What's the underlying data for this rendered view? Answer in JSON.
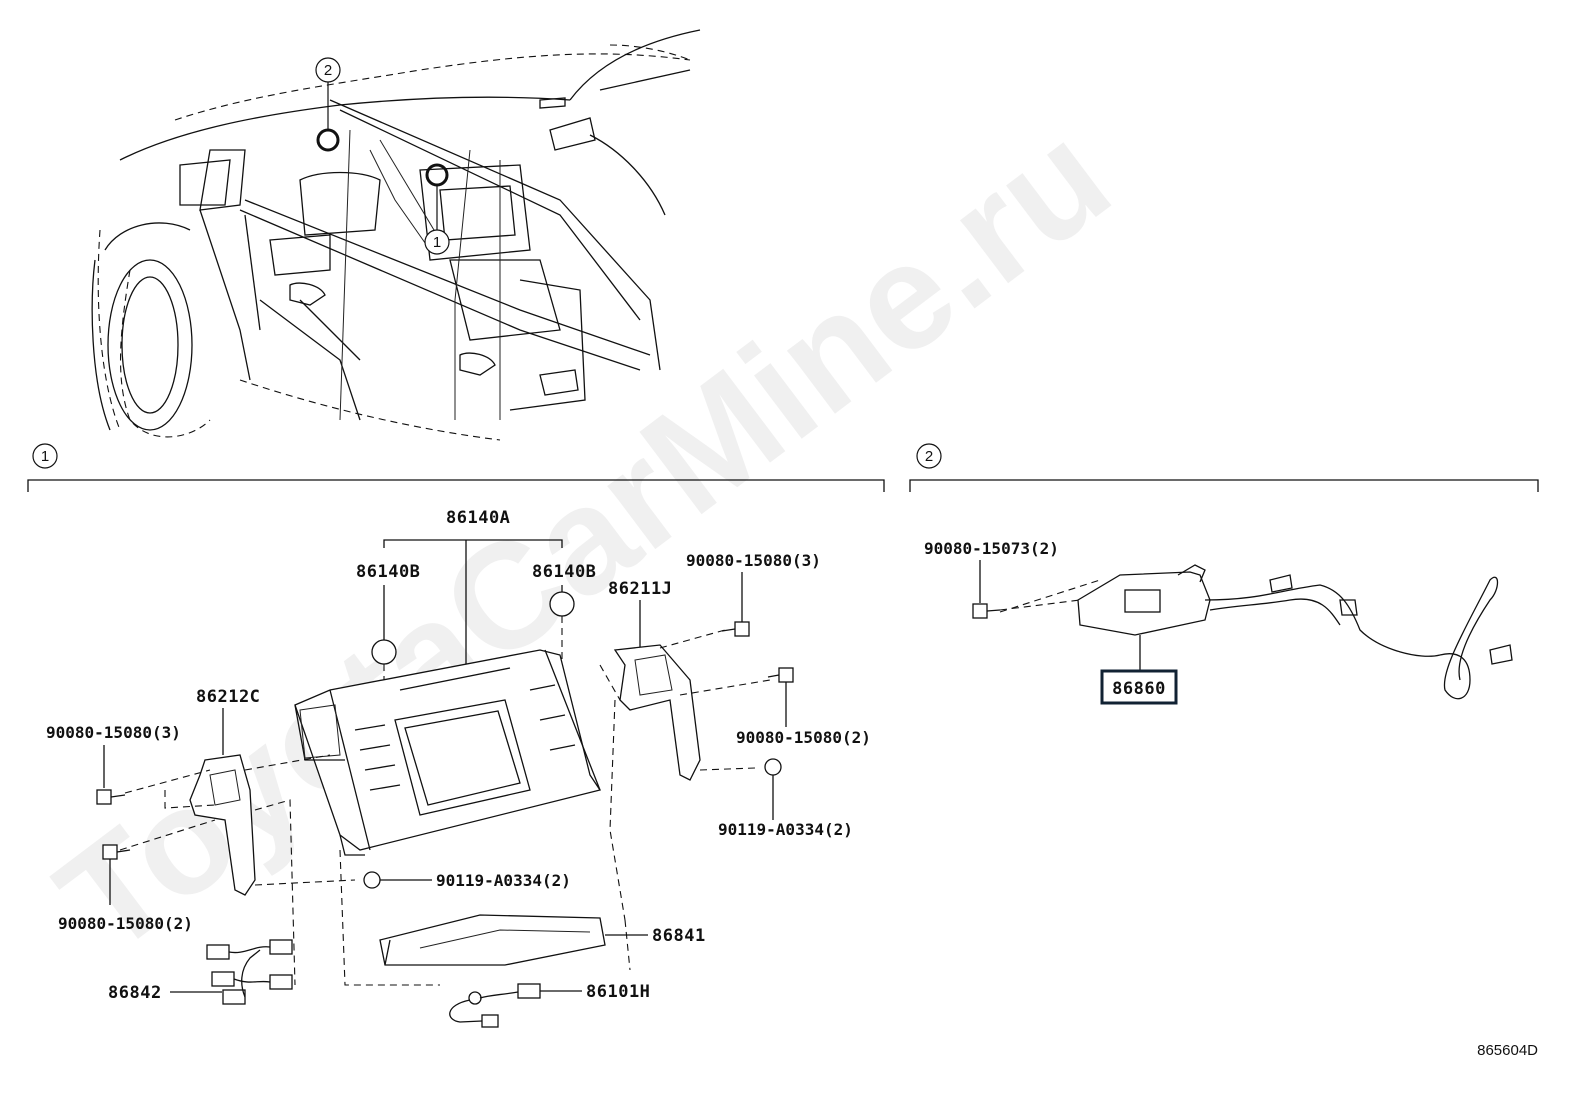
{
  "watermark": "ToyotaCarMine.ru",
  "diagram_ref": "865604D",
  "location_callouts": [
    "2",
    "1"
  ],
  "sections": [
    {
      "marker": "1"
    },
    {
      "marker": "2"
    }
  ],
  "labels": {
    "p86140A": "86140A",
    "p86140B_left": "86140B",
    "p86140B_right": "86140B",
    "p86211J": "86211J",
    "p86212C": "86212C",
    "bolt_tr": "90080-15080(3)",
    "bolt_tl": "90080-15080(3)",
    "bolt_r2": "90080-15080(2)",
    "screw_r": "90119-A0334(2)",
    "screw_c": "90119-A0334(2)",
    "bolt_l2": "90080-15080(2)",
    "p86841": "86841",
    "p86842": "86842",
    "p86101H": "86101H",
    "bolt_sec2": "90080-15073(2)",
    "p86860": "86860"
  }
}
